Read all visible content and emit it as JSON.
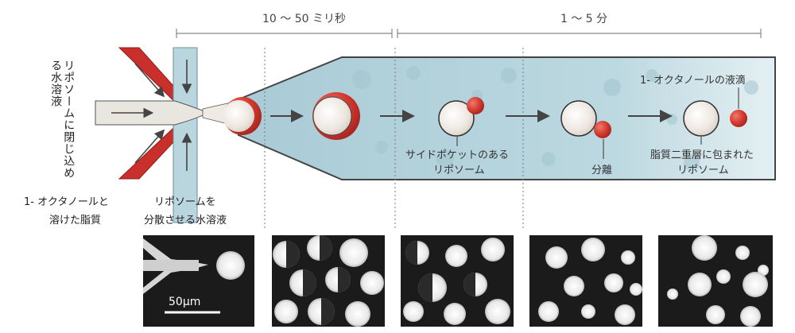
{
  "time_labels": {
    "early": "10 ～ 50 ミリ秒",
    "late": "1 ～ 5 分"
  },
  "inlet_labels": {
    "left_vertical_line1": "リポソームに",
    "left_vertical_line2": "閉じ込める水溶液",
    "bottom_left_line1": "1- オクタノールと",
    "bottom_left_line2": "溶けた脂質",
    "bottom_mid_line1": "リポソームを",
    "bottom_mid_line2": "分散させる水溶液"
  },
  "stage_labels": {
    "side_pocket_line1": "サイドポケットのある",
    "side_pocket_line2": "リポソーム",
    "separation": "分離",
    "droplet": "1- オクタノールの液滴",
    "bilayer_line1": "脂質二重層に包まれた",
    "bilayer_line2": "リポソーム"
  },
  "scale_bar": "50μm",
  "colors": {
    "channel_fill": "#b9d6df",
    "oil_red": "#c9302c",
    "liposome": "#efeae3",
    "arrow": "#444444"
  }
}
